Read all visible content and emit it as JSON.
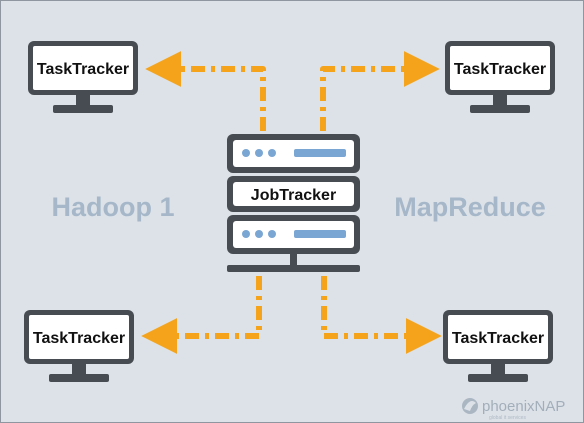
{
  "diagram": {
    "left_caption": "Hadoop 1",
    "right_caption": "MapReduce",
    "center_label": "JobTracker",
    "nodes": [
      {
        "label": "TaskTracker"
      },
      {
        "label": "TaskTracker"
      },
      {
        "label": "TaskTracker"
      },
      {
        "label": "TaskTracker"
      }
    ],
    "watermark": {
      "brand": "phoenixNAP",
      "tagline": "global it services"
    }
  },
  "colors": {
    "background": "#dde2e8",
    "arrow": "#f5a31a",
    "dark": "#474c53",
    "accent_blue": "#7aa6d3",
    "caption": "#a5b7c9"
  }
}
